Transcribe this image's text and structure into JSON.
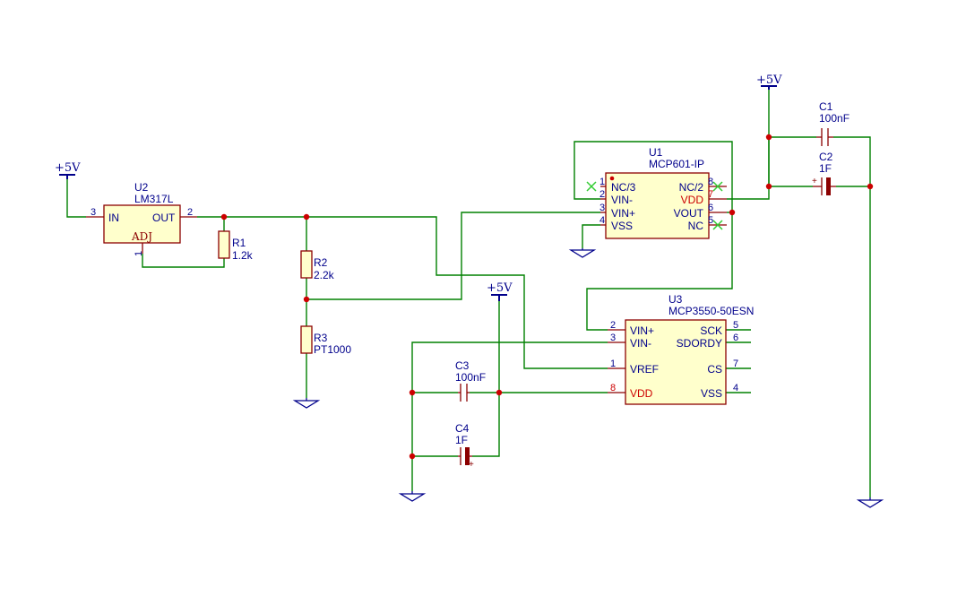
{
  "power_labels": [
    "+5V",
    "+5V",
    "+5V"
  ],
  "u2": {
    "ref": "U2",
    "value": "LM317L",
    "pin_in": "IN",
    "pin_out": "OUT",
    "pin_adj": "ADJ",
    "num_in": "3",
    "num_out": "2",
    "num_adj": "1"
  },
  "r1": {
    "ref": "R1",
    "value": "1.2k"
  },
  "r2": {
    "ref": "R2",
    "value": "2.2k"
  },
  "r3": {
    "ref": "R3",
    "value": "PT1000"
  },
  "u1": {
    "ref": "U1",
    "value": "MCP601-IP",
    "pins_left": [
      {
        "name": "NC/3",
        "num": "1"
      },
      {
        "name": "VIN-",
        "num": "2"
      },
      {
        "name": "VIN+",
        "num": "3"
      },
      {
        "name": "VSS",
        "num": "4"
      }
    ],
    "pins_right": [
      {
        "name": "NC/2",
        "num": "8"
      },
      {
        "name": "VDD",
        "num": "7"
      },
      {
        "name": "VOUT",
        "num": "6"
      },
      {
        "name": "NC",
        "num": "5"
      }
    ]
  },
  "u3": {
    "ref": "U3",
    "value": "MCP3550-50ESN",
    "pins_left": [
      {
        "name": "VIN+",
        "num": "2"
      },
      {
        "name": "VIN-",
        "num": "3"
      },
      {
        "name": "VREF",
        "num": "1"
      },
      {
        "name": "VDD",
        "num": "8"
      }
    ],
    "pins_right": [
      {
        "name": "SCK",
        "num": "5"
      },
      {
        "name": "SDORDY",
        "num": "6"
      },
      {
        "name": "CS",
        "num": "7"
      },
      {
        "name": "VSS",
        "num": "4"
      }
    ]
  },
  "c1": {
    "ref": "C1",
    "value": "100nF"
  },
  "c2": {
    "ref": "C2",
    "value": "1F",
    "polarity": "+"
  },
  "c3": {
    "ref": "C3",
    "value": "100nF"
  },
  "c4": {
    "ref": "C4",
    "value": "1F",
    "polarity": "+"
  }
}
